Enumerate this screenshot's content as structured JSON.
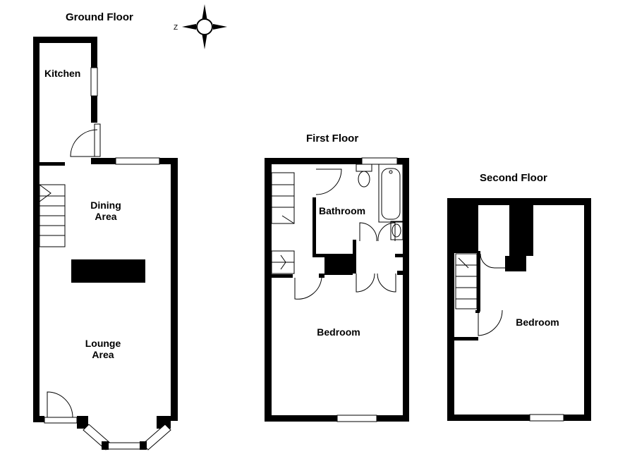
{
  "floors": {
    "ground": {
      "title": "Ground Floor"
    },
    "first": {
      "title": "First Floor"
    },
    "second": {
      "title": "Second Floor"
    }
  },
  "compass": {
    "label": "Z"
  },
  "rooms": {
    "kitchen": "Kitchen",
    "dining_line1": "Dining",
    "dining_line2": "Area",
    "lounge_line1": "Lounge",
    "lounge_line2": "Area",
    "bathroom": "Bathroom",
    "bedroom_first": "Bedroom",
    "bedroom_second": "Bedroom"
  },
  "colors": {
    "wall": "#000000",
    "background": "#ffffff"
  }
}
